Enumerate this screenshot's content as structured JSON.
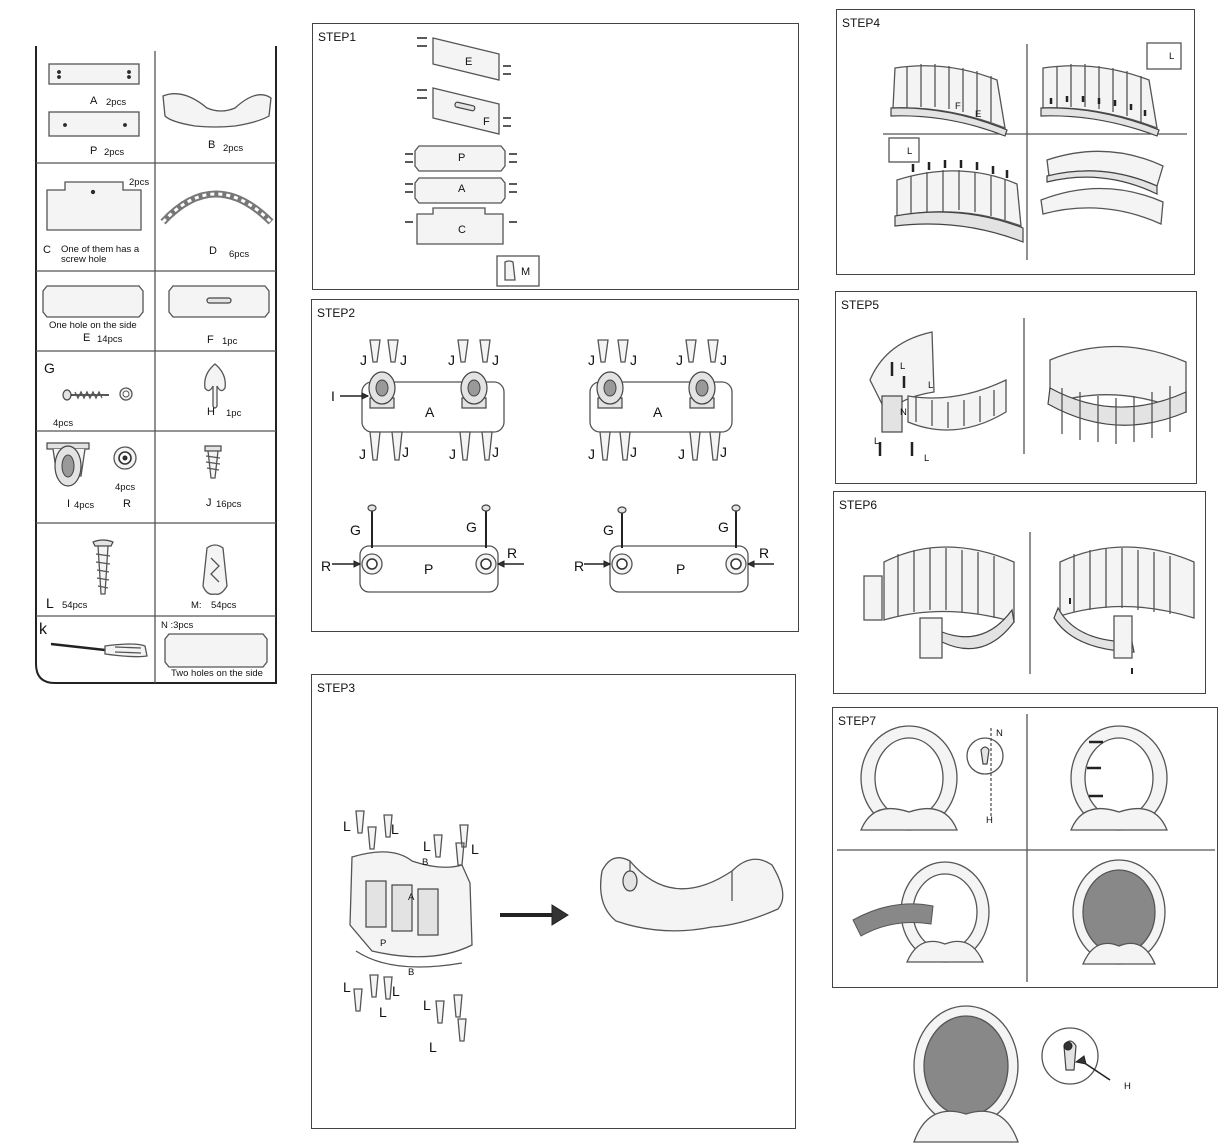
{
  "parts": {
    "A": {
      "letter": "A",
      "qty": "2pcs"
    },
    "P": {
      "letter": "P",
      "qty": "2pcs"
    },
    "B": {
      "letter": "B",
      "qty": "2pcs"
    },
    "C": {
      "letter": "C",
      "qty": "2pcs",
      "note": "One of them has a screw hole"
    },
    "D": {
      "letter": "D",
      "qty": "6pcs"
    },
    "E": {
      "letter": "E",
      "qty": "14pcs",
      "note": "One hole on the side"
    },
    "F": {
      "letter": "F",
      "qty": "1pc"
    },
    "G": {
      "letter": "G",
      "qty": "4pcs"
    },
    "H": {
      "letter": "H",
      "qty": "1pc"
    },
    "I": {
      "letter": "I",
      "qty": "4pcs"
    },
    "R": {
      "letter": "R",
      "qty": "4pcs"
    },
    "J": {
      "letter": "J",
      "qty": "16pcs"
    },
    "L": {
      "letter": "L",
      "qty": "54pcs"
    },
    "M": {
      "letter": "M:",
      "qty": "54pcs"
    },
    "K": {
      "letter": "k"
    },
    "N": {
      "label": "N :3pcs",
      "note": "Two holes on the side"
    }
  },
  "steps": {
    "s1": "STEP1",
    "s2": "STEP2",
    "s3": "STEP3",
    "s4": "STEP4",
    "s5": "STEP5",
    "s6": "STEP6",
    "s7": "STEP7"
  },
  "labels": {
    "E": "E",
    "F": "F",
    "P": "P",
    "A": "A",
    "C": "C",
    "M": "M",
    "J": "J",
    "I": "I",
    "G": "G",
    "R": "R",
    "L": "L",
    "B": "B",
    "N": "N",
    "H": "H"
  }
}
